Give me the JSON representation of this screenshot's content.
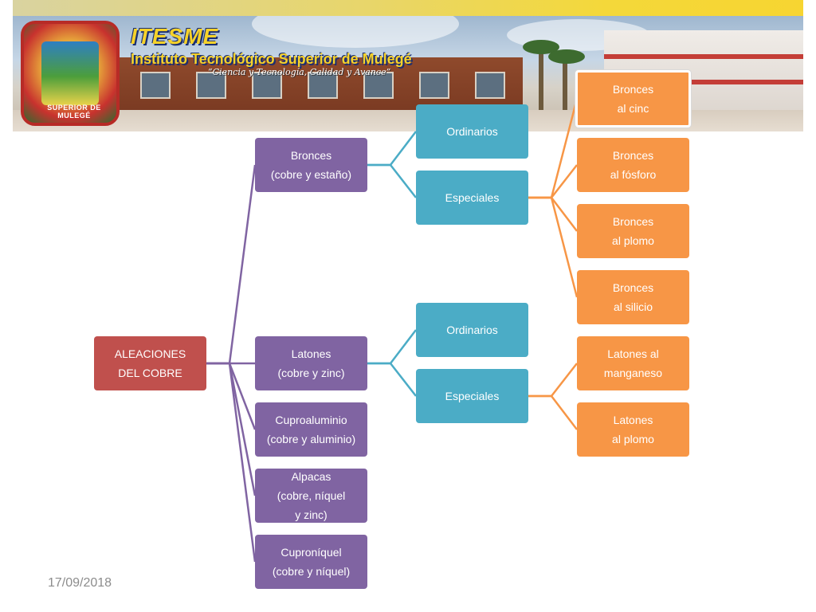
{
  "banner": {
    "title": "ITESME",
    "subtitle": "Instituto Tecnológico Superior de Mulegé",
    "motto": "“Ciencia y Tecnología, Calidad y Avance”",
    "seal_text": "SUPERIOR DE MULEGÉ"
  },
  "diagram": {
    "root": "ALEACIONES\nDEL COBRE",
    "level1": [
      "Bronces\n(cobre y estaño)",
      "Latones\n(cobre y zinc)",
      "Cuproaluminio\n(cobre y aluminio)",
      "Alpacas\n(cobre, níquel\ny zinc)",
      "Cuproníquel\n(cobre y níquel)"
    ],
    "level2": [
      "Ordinarios",
      "Especiales",
      "Ordinarios",
      "Especiales"
    ],
    "level3": [
      "Bronces\nal cinc",
      "Bronces\nal fósforo",
      "Bronces\nal plomo",
      "Bronces\nal silicio",
      "Latones al\nmanganeso",
      "Latones\nal plomo"
    ]
  },
  "colors": {
    "root": "#c0504d",
    "level1": "#8064a2",
    "level2": "#4bacc6",
    "level3": "#f79646"
  },
  "footer": {
    "date": "17/09/2018"
  }
}
